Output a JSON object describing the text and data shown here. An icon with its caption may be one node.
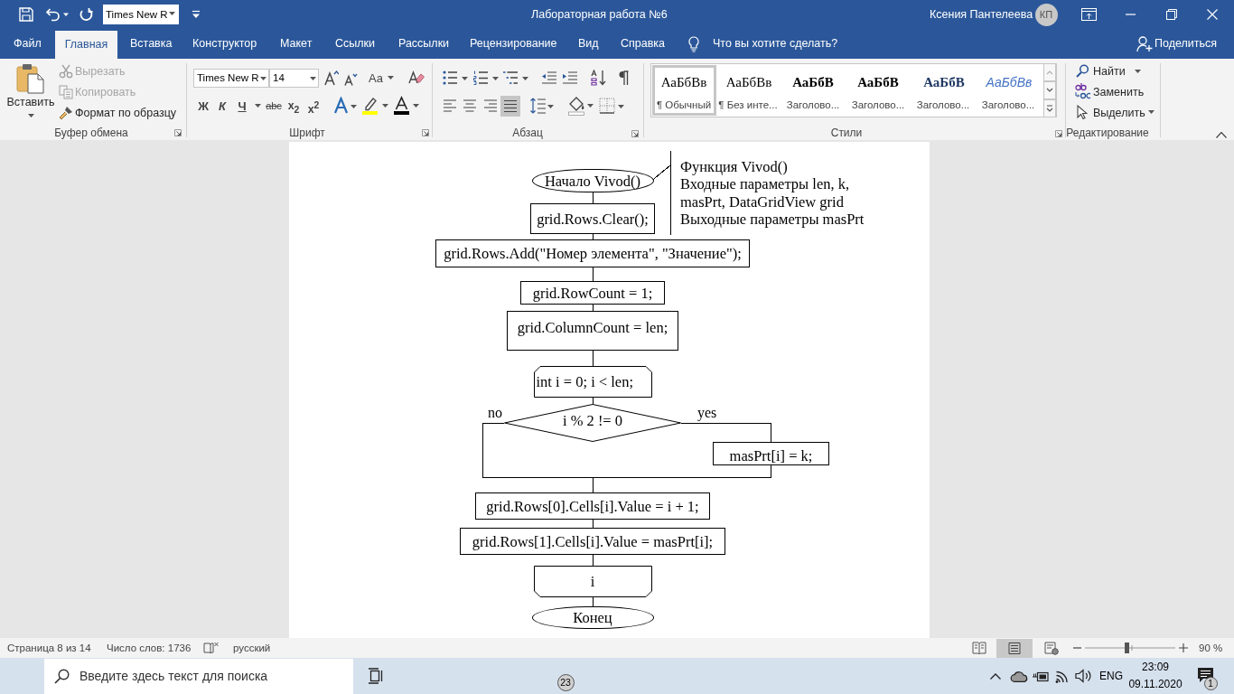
{
  "diagram": {
    "nodes": [
      {
        "text": [
          "Начало Vivod()"
        ]
      },
      {
        "text": [
          "Функция Vivod()",
          "Входные параметры len, k, masPrt, DataGridView grid",
          "Выходные параметры masPrt"
        ]
      },
      {
        "text": [
          "grid.Rows.Clear();"
        ]
      },
      {
        "text": [
          "grid.Rows.Add(\"Номер элемента\", \"Значение\");"
        ]
      },
      {
        "text": [
          "grid.RowCount = 1;"
        ]
      },
      {
        "text": [
          "grid.ColumnCount = len;"
        ]
      },
      {
        "text": [
          "int i = 0; i < len;"
        ]
      },
      {
        "text": [
          "i % 2 != 0"
        ]
      },
      {
        "text": [
          "masPrt[i] = k;"
        ]
      },
      {
        "text": [
          "grid.Rows[0].Cells[i].Value = i + 1;"
        ]
      },
      {
        "text": [
          "grid.Rows[1].Cells[i].Value = masPrt[i];"
        ]
      },
      {
        "text": [
          "i"
        ]
      },
      {
        "text": [
          "Конец"
        ]
      }
    ],
    "edges": [
      {
        "from": 0,
        "to": 2,
        "arrow": "none"
      },
      {
        "from": 0,
        "to": 1,
        "arrow": "none"
      },
      {
        "from": 2,
        "to": 3,
        "arrow": "none"
      },
      {
        "from": 3,
        "to": 4,
        "arrow": "none"
      },
      {
        "from": 4,
        "to": 5,
        "arrow": "none"
      },
      {
        "from": 5,
        "to": 6,
        "arrow": "none"
      },
      {
        "from": 6,
        "to": 7,
        "arrow": "none"
      },
      {
        "from": 7,
        "to": 8,
        "arrow": "none",
        "label": "yes"
      },
      {
        "from": 7,
        "to": 9,
        "arrow": "none",
        "label": "no"
      },
      {
        "from": 8,
        "to": 9,
        "arrow": "none"
      },
      {
        "from": 9,
        "to": 10,
        "arrow": "none"
      },
      {
        "from": 10,
        "to": 11,
        "arrow": "none"
      },
      {
        "from": 11,
        "to": 12,
        "arrow": "none"
      }
    ],
    "labels": [
      "Times New R",
      "Лабораторная работа №6",
      "Ксения Пантелеева",
      "КП",
      "Файл",
      "Главная",
      "Вставка",
      "Конструктор",
      "Макет",
      "Ссылки",
      "Рассылки",
      "Рецензирование",
      "Вид",
      "Справка",
      "Что вы хотите сделать?",
      "Поделиться",
      "Вставить",
      "Вырезать",
      "Копировать",
      "Формат по образцу",
      "Буфер обмена",
      "Times New R",
      "14",
      "Aa",
      "Ж",
      "К",
      "Ч",
      "abc",
      "x$_{2}$",
      "x$^{2}$",
      "Шрифт",
      "Абзац",
      "АаБбВв",
      "АаБбВв",
      "АаБбВ",
      "АаБбВ",
      "АаБбВ",
      "АаБбВв",
      "¶ Обычный",
      "¶ Без инте...",
      "Заголово...",
      "Заголово...",
      "Заголово...",
      "Заголово...",
      "Стили",
      "Найти",
      "Заменить",
      "Выделить",
      "Редактирование",
      "Страница 8 из 14",
      "Число слов: 1736",
      "русский",
      "90 %",
      "Введите здесь текст для поиска",
      "23",
      "ENG",
      "23:09",
      "09.11.2020",
      "1"
    ]
  }
}
